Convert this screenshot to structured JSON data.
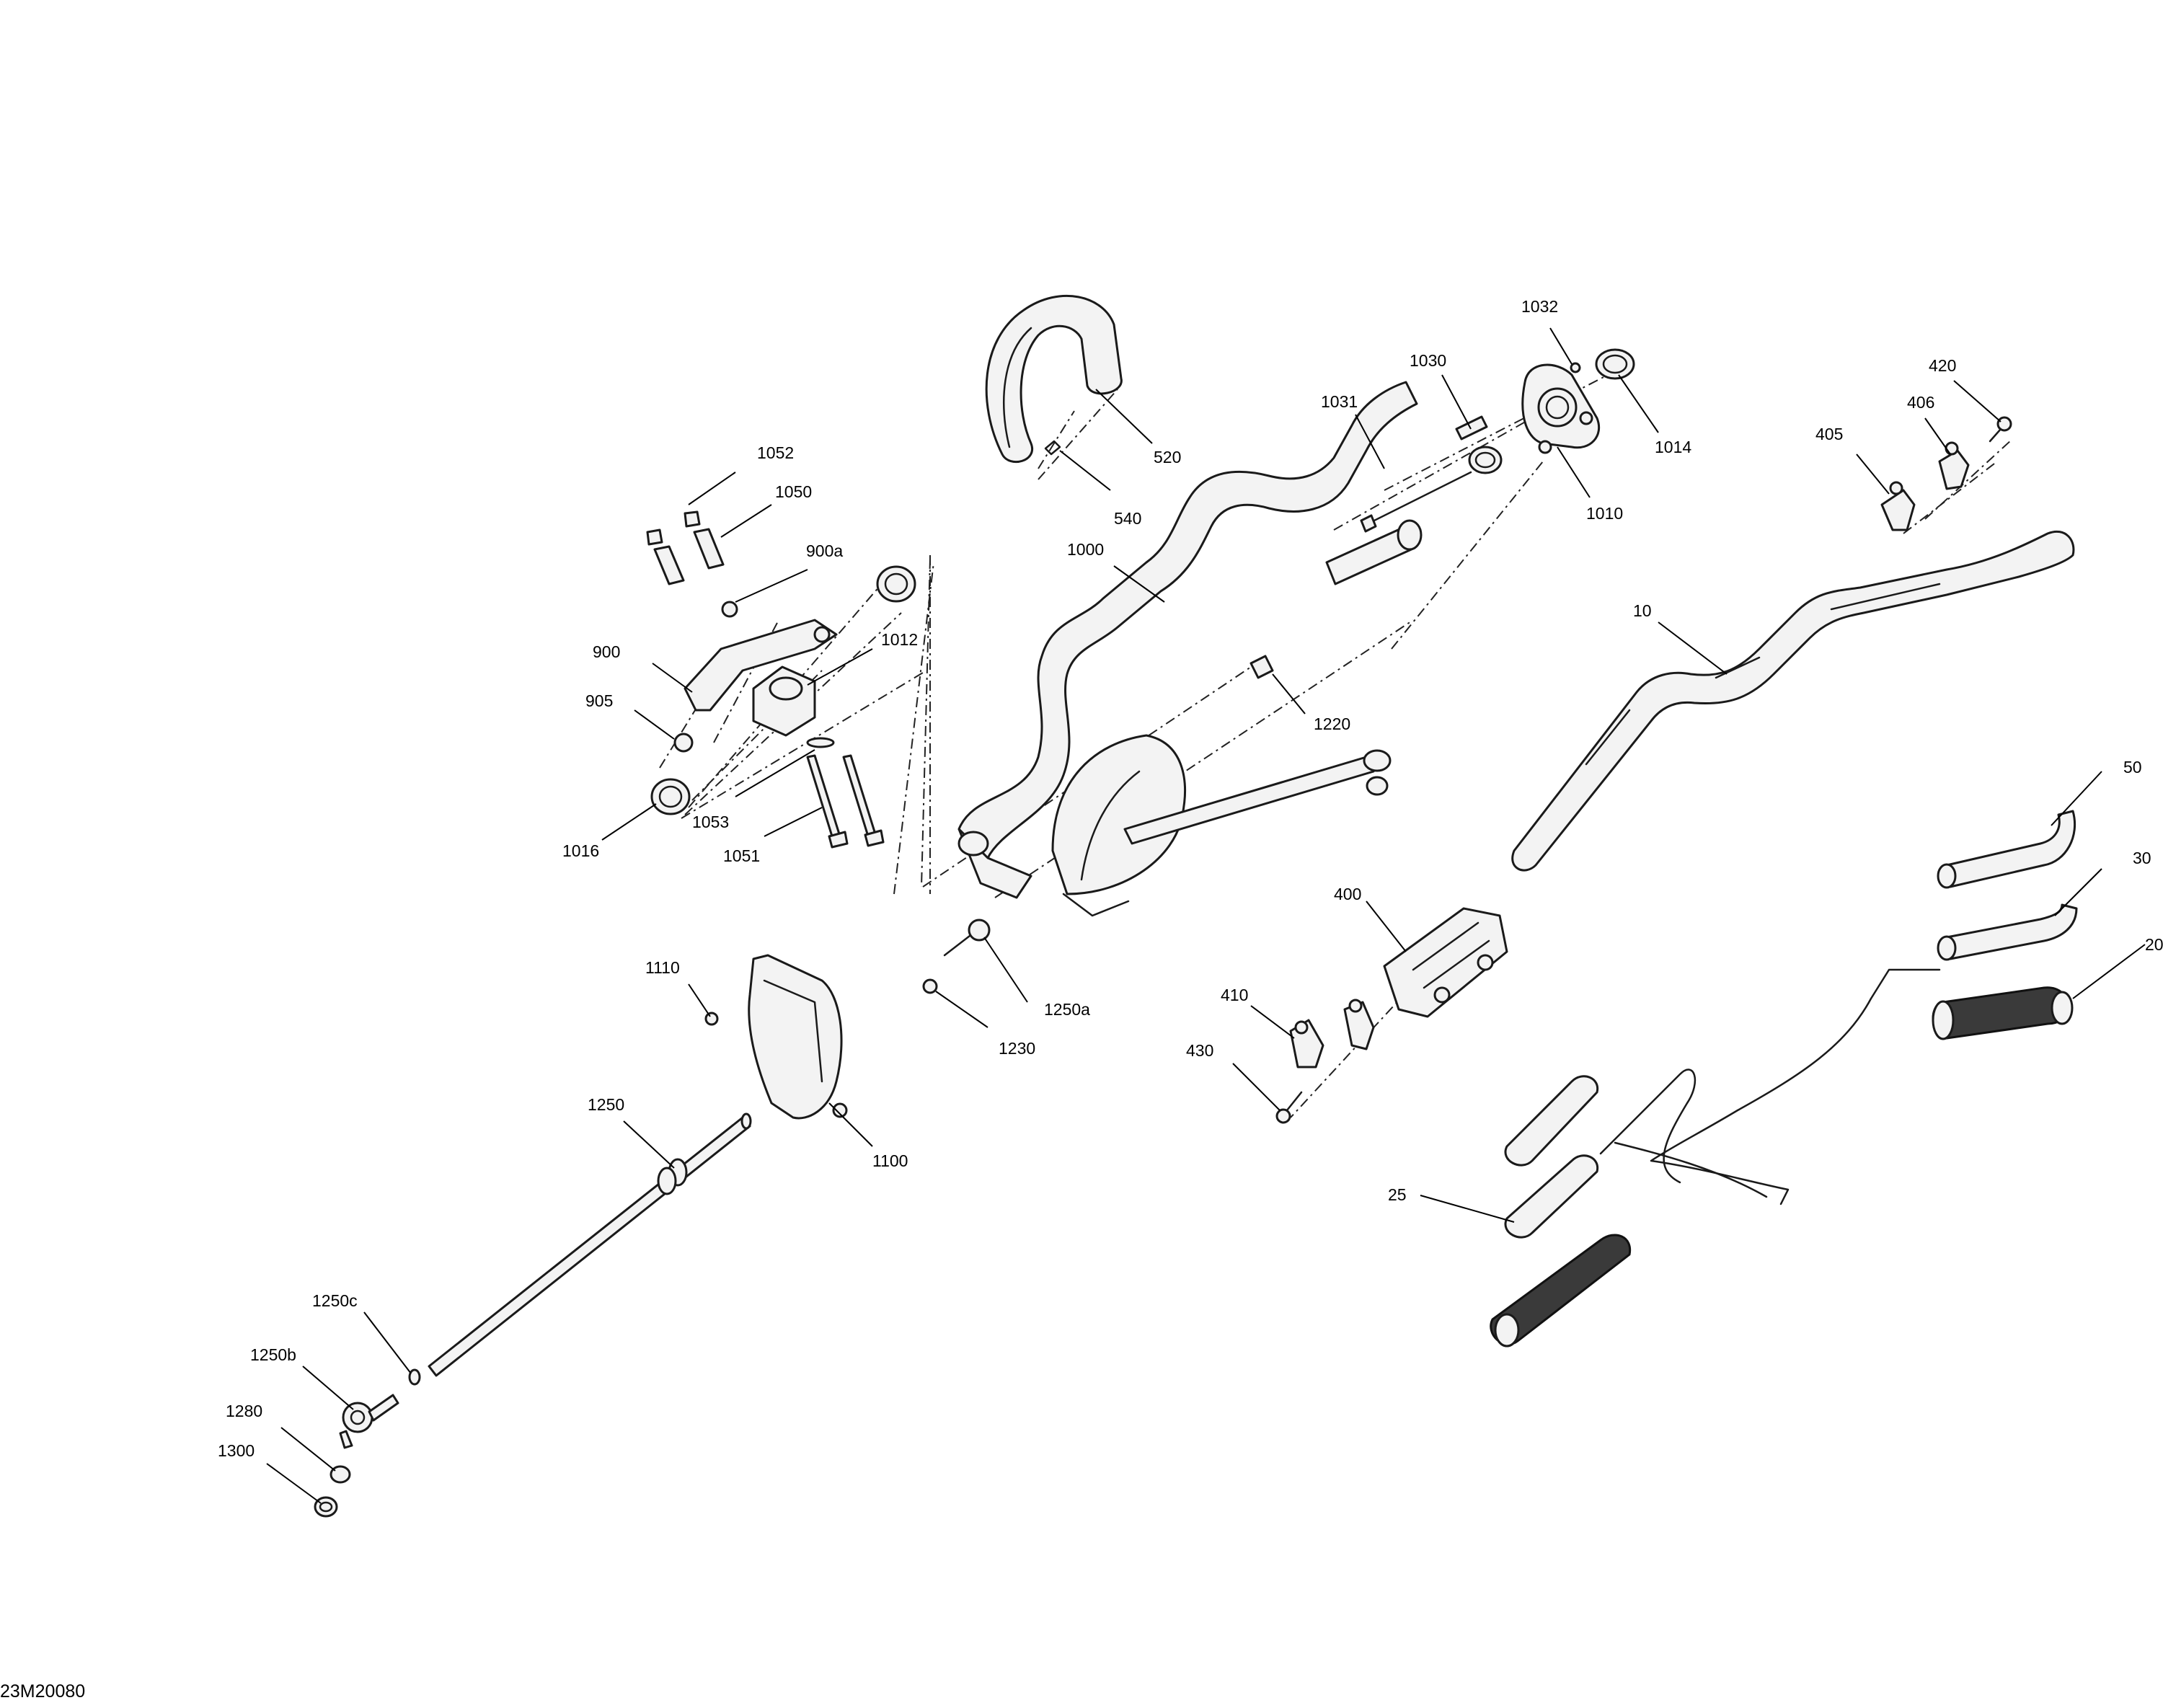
{
  "figure_id": "23M20080",
  "callouts": {
    "c_520": "520",
    "c_540": "540",
    "c_1000": "1000",
    "c_1010": "1010",
    "c_1014": "1014",
    "c_1030": "1030",
    "c_1031": "1031",
    "c_1032": "1032",
    "c_1052": "1052",
    "c_1050": "1050",
    "c_900a": "900a",
    "c_900": "900",
    "c_905": "905",
    "c_1012": "1012",
    "c_1016": "1016",
    "c_1053": "1053",
    "c_1051": "1051",
    "c_1220": "1220",
    "c_10": "10",
    "c_405": "405",
    "c_406": "406",
    "c_420": "420",
    "c_50": "50",
    "c_30": "30",
    "c_20": "20",
    "c_400": "400",
    "c_410": "410",
    "c_430": "430",
    "c_25": "25",
    "c_1110": "1110",
    "c_1250a": "1250a",
    "c_1230": "1230",
    "c_1100": "1100",
    "c_1250": "1250",
    "c_1250c": "1250c",
    "c_1250b": "1250b",
    "c_1280": "1280",
    "c_1300": "1300"
  }
}
